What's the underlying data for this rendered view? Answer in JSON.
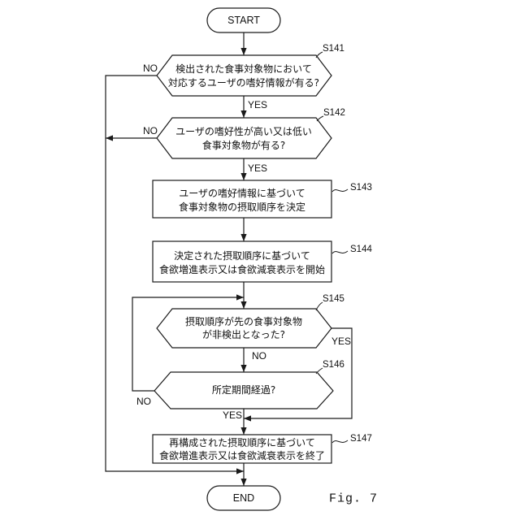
{
  "start_label": "START",
  "end_label": "END",
  "figure_label": "Fig. 7",
  "s141": {
    "step": "S141",
    "lines": [
      "検出された食事対象物において",
      "対応するユーザの嗜好情報が有る?"
    ],
    "yes": "YES",
    "no": "NO"
  },
  "s142": {
    "step": "S142",
    "lines": [
      "ユーザの嗜好性が高い又は低い",
      "食事対象物が有る?"
    ],
    "yes": "YES",
    "no": "NO"
  },
  "s143": {
    "step": "S143",
    "lines": [
      "ユーザの嗜好情報に基づいて",
      "食事対象物の摂取順序を決定"
    ]
  },
  "s144": {
    "step": "S144",
    "lines": [
      "決定された摂取順序に基づいて",
      "食欲増進表示又は食欲減衰表示を開始"
    ]
  },
  "s145": {
    "step": "S145",
    "lines": [
      "摂取順序が先の食事対象物",
      "が非検出となった?"
    ],
    "yes": "YES",
    "no": "NO"
  },
  "s146": {
    "step": "S146",
    "lines": [
      "所定期間経過?"
    ],
    "yes": "YES",
    "no": "NO"
  },
  "s147": {
    "step": "S147",
    "lines": [
      "再構成された摂取順序に基づいて",
      "食欲増進表示又は食欲減衰表示を終了"
    ]
  }
}
